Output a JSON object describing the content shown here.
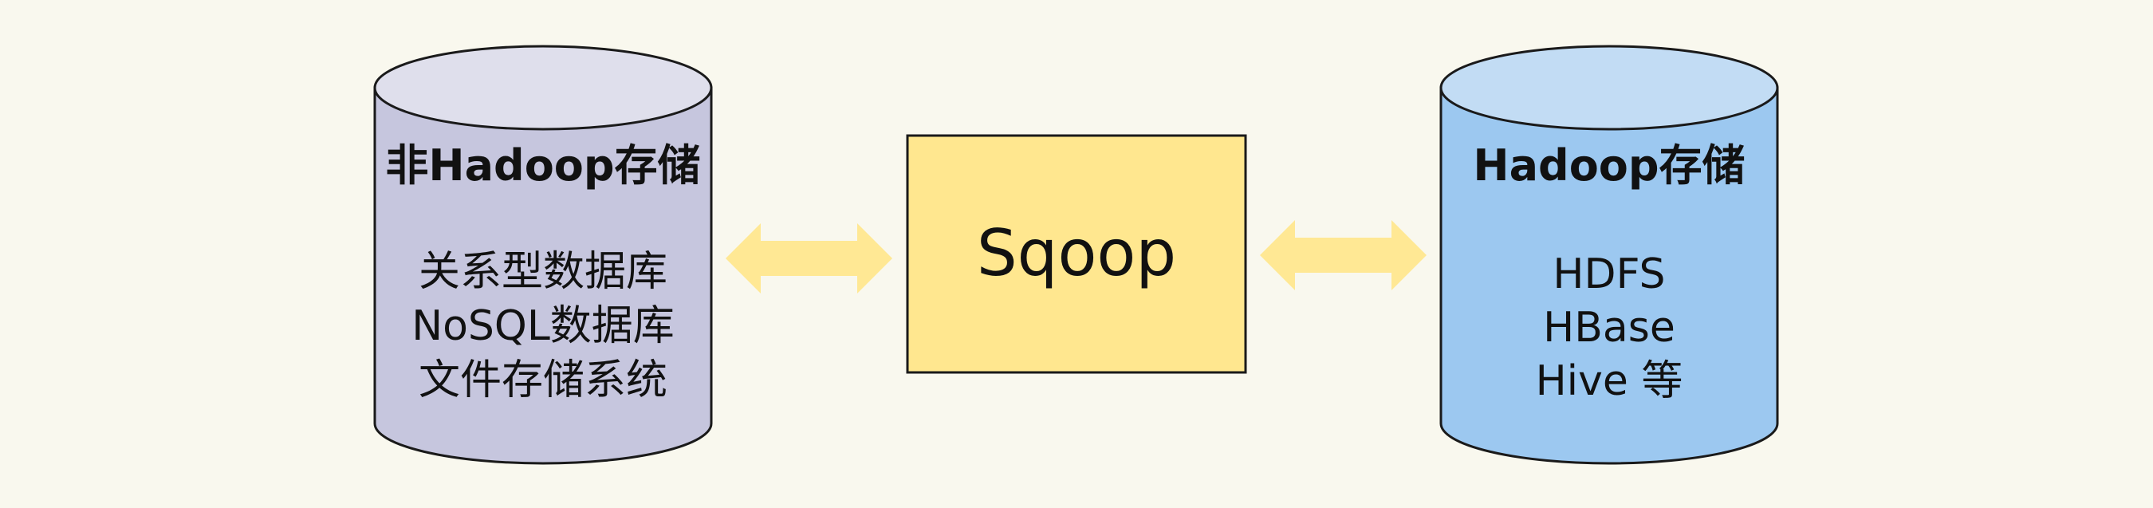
{
  "colors": {
    "background": "#f9f8ee",
    "left_cylinder_body": "#c6c6de",
    "left_cylinder_top": "#dfdfec",
    "right_cylinder_body": "#9cc8f0",
    "right_cylinder_top": "#c2dcf4",
    "sqoop_fill": "#ffe78f",
    "arrow_fill": "#ffe894",
    "stroke": "#1a1a1a",
    "text": "#111111"
  },
  "left_store": {
    "title": "非Hadoop存储",
    "items": [
      "关系型数据库",
      "NoSQL数据库",
      "文件存储系统"
    ]
  },
  "center_box": {
    "label": "Sqoop"
  },
  "right_store": {
    "title": "Hadoop存储",
    "items": [
      "HDFS",
      "HBase",
      "Hive 等"
    ]
  },
  "connectors": [
    {
      "from": "left_store",
      "to": "center_box",
      "type": "bidirectional-arrow"
    },
    {
      "from": "center_box",
      "to": "right_store",
      "type": "bidirectional-arrow"
    }
  ]
}
